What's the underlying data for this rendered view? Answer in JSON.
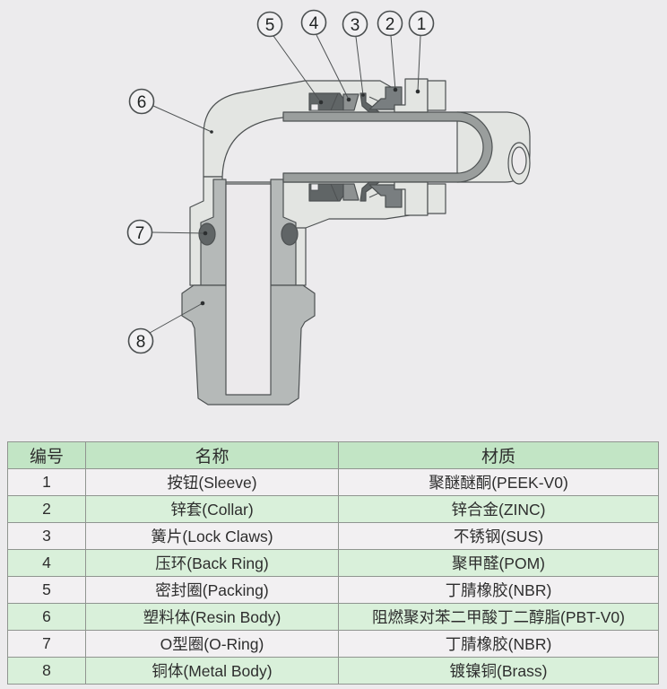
{
  "colors": {
    "page-bg": "#ecebed",
    "body-fill": "#e3e5e2",
    "body-outline": "#4d5152",
    "tube-wall": "#9a9e9d",
    "tube-inner": "#eceaec",
    "metal-fill": "#b5b9b8",
    "dark-part": "#606566",
    "mid-part": "#8d9191",
    "collar-part": "#797e80",
    "table-header-bg": "#c2e5c5",
    "table-even-bg": "#d9f0da",
    "table-odd-bg": "#f2f0f2",
    "table-border": "#909590",
    "table-text": "#2e2e2e"
  },
  "diagram": {
    "description": "Cross-section of a push-to-connect elbow pneumatic fitting with inserted tube",
    "callouts": [
      {
        "label": "1",
        "part": "sleeve"
      },
      {
        "label": "2",
        "part": "collar"
      },
      {
        "label": "3",
        "part": "lock-claws"
      },
      {
        "label": "4",
        "part": "back-ring"
      },
      {
        "label": "5",
        "part": "packing"
      },
      {
        "label": "6",
        "part": "resin-body"
      },
      {
        "label": "7",
        "part": "o-ring"
      },
      {
        "label": "8",
        "part": "metal-body"
      }
    ]
  },
  "table": {
    "headers": {
      "no": "编号",
      "name": "名称",
      "material": "材质"
    },
    "rows": [
      {
        "no": "1",
        "name": "按钮(Sleeve)",
        "material": "聚醚醚酮(PEEK-V0)"
      },
      {
        "no": "2",
        "name": "锌套(Collar)",
        "material": "锌合金(ZINC)"
      },
      {
        "no": "3",
        "name": "簧片(Lock Claws)",
        "material": "不锈钢(SUS)"
      },
      {
        "no": "4",
        "name": "压环(Back Ring)",
        "material": "聚甲醛(POM)"
      },
      {
        "no": "5",
        "name": "密封圈(Packing)",
        "material": "丁腈橡胶(NBR)"
      },
      {
        "no": "6",
        "name": "塑料体(Resin Body)",
        "material": "阻燃聚对苯二甲酸丁二醇脂(PBT-V0)"
      },
      {
        "no": "7",
        "name": "O型圈(O-Ring)",
        "material": "丁腈橡胶(NBR)"
      },
      {
        "no": "8",
        "name": "铜体(Metal Body)",
        "material": "镀镍铜(Brass)"
      }
    ]
  }
}
